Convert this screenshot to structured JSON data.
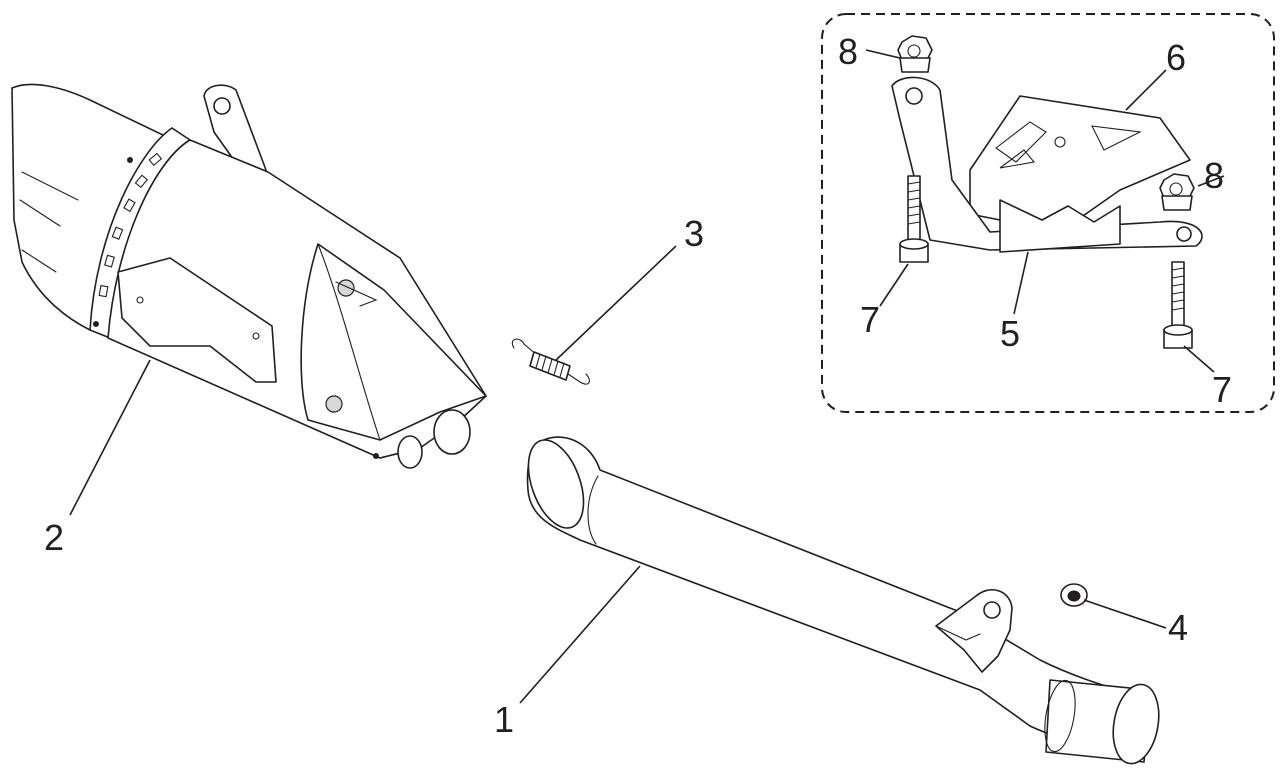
{
  "diagram": {
    "type": "exploded-parts-view",
    "callouts": {
      "exhaust_pipe": "1",
      "silencer": "2",
      "spring": "3",
      "nut": "4",
      "bracket_5": "5",
      "bracket_6": "6",
      "bolt_left": "7",
      "bolt_right": "7",
      "nut_top_left": "8",
      "nut_right": "8"
    },
    "colors": {
      "line": "#231f20",
      "background": "#ffffff"
    }
  }
}
